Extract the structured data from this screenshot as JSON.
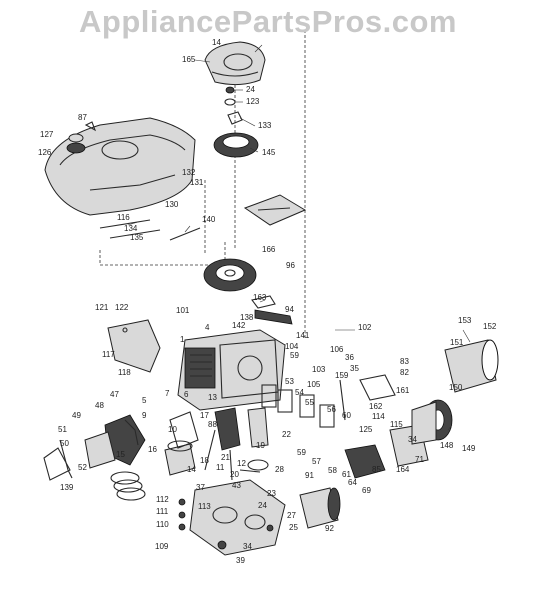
{
  "watermark": "AppliancePartsPros.com",
  "labels": [
    {
      "id": "14a",
      "text": "14"
    },
    {
      "id": "165",
      "text": "165"
    },
    {
      "id": "24",
      "text": "24"
    },
    {
      "id": "123",
      "text": "123"
    },
    {
      "id": "133",
      "text": "133"
    },
    {
      "id": "145",
      "text": "145"
    },
    {
      "id": "87",
      "text": "87"
    },
    {
      "id": "127",
      "text": "127"
    },
    {
      "id": "126",
      "text": "126"
    },
    {
      "id": "132",
      "text": "132"
    },
    {
      "id": "131",
      "text": "131"
    },
    {
      "id": "130",
      "text": "130"
    },
    {
      "id": "116",
      "text": "116"
    },
    {
      "id": "134",
      "text": "134"
    },
    {
      "id": "135",
      "text": "135"
    },
    {
      "id": "140",
      "text": "140"
    },
    {
      "id": "166",
      "text": "166"
    },
    {
      "id": "96",
      "text": "96"
    },
    {
      "id": "163",
      "text": "163"
    },
    {
      "id": "94",
      "text": "94"
    },
    {
      "id": "121",
      "text": "121"
    },
    {
      "id": "122",
      "text": "122"
    },
    {
      "id": "101",
      "text": "101"
    },
    {
      "id": "138",
      "text": "138"
    },
    {
      "id": "4",
      "text": "4"
    },
    {
      "id": "142",
      "text": "142"
    },
    {
      "id": "141",
      "text": "141"
    },
    {
      "id": "102",
      "text": "102"
    },
    {
      "id": "153",
      "text": "153"
    },
    {
      "id": "152",
      "text": "152"
    },
    {
      "id": "117",
      "text": "117"
    },
    {
      "id": "1",
      "text": "1"
    },
    {
      "id": "104",
      "text": "104"
    },
    {
      "id": "59a",
      "text": "59"
    },
    {
      "id": "106",
      "text": "106"
    },
    {
      "id": "36",
      "text": "36"
    },
    {
      "id": "35",
      "text": "35"
    },
    {
      "id": "151",
      "text": "151"
    },
    {
      "id": "118",
      "text": "118"
    },
    {
      "id": "103",
      "text": "103"
    },
    {
      "id": "105",
      "text": "105"
    },
    {
      "id": "159",
      "text": "159"
    },
    {
      "id": "83",
      "text": "83"
    },
    {
      "id": "82",
      "text": "82"
    },
    {
      "id": "150",
      "text": "150"
    },
    {
      "id": "47",
      "text": "47"
    },
    {
      "id": "48",
      "text": "48"
    },
    {
      "id": "5",
      "text": "5"
    },
    {
      "id": "7",
      "text": "7"
    },
    {
      "id": "6",
      "text": "6"
    },
    {
      "id": "13",
      "text": "13"
    },
    {
      "id": "53",
      "text": "53"
    },
    {
      "id": "54",
      "text": "54"
    },
    {
      "id": "55",
      "text": "55"
    },
    {
      "id": "56",
      "text": "56"
    },
    {
      "id": "161",
      "text": "161"
    },
    {
      "id": "162",
      "text": "162"
    },
    {
      "id": "114",
      "text": "114"
    },
    {
      "id": "115",
      "text": "115"
    },
    {
      "id": "125",
      "text": "125"
    },
    {
      "id": "49",
      "text": "49"
    },
    {
      "id": "9",
      "text": "9"
    },
    {
      "id": "17",
      "text": "17"
    },
    {
      "id": "10",
      "text": "10"
    },
    {
      "id": "88",
      "text": "88"
    },
    {
      "id": "51",
      "text": "51"
    },
    {
      "id": "60",
      "text": "60"
    },
    {
      "id": "34",
      "text": "34"
    },
    {
      "id": "148",
      "text": "148"
    },
    {
      "id": "149",
      "text": "149"
    },
    {
      "id": "16",
      "text": "16"
    },
    {
      "id": "22",
      "text": "22"
    },
    {
      "id": "50",
      "text": "50"
    },
    {
      "id": "19",
      "text": "19"
    },
    {
      "id": "18",
      "text": "18"
    },
    {
      "id": "12",
      "text": "12"
    },
    {
      "id": "11",
      "text": "11"
    },
    {
      "id": "59b",
      "text": "59"
    },
    {
      "id": "57",
      "text": "57"
    },
    {
      "id": "58",
      "text": "58"
    },
    {
      "id": "61",
      "text": "61"
    },
    {
      "id": "85",
      "text": "85"
    },
    {
      "id": "164",
      "text": "164"
    },
    {
      "id": "71",
      "text": "71"
    },
    {
      "id": "52",
      "text": "52"
    },
    {
      "id": "15",
      "text": "15"
    },
    {
      "id": "14b",
      "text": "14"
    },
    {
      "id": "21",
      "text": "21"
    },
    {
      "id": "20",
      "text": "20"
    },
    {
      "id": "43",
      "text": "43"
    },
    {
      "id": "28",
      "text": "28"
    },
    {
      "id": "139",
      "text": "139"
    },
    {
      "id": "64",
      "text": "64"
    },
    {
      "id": "69",
      "text": "69"
    },
    {
      "id": "91",
      "text": "91"
    },
    {
      "id": "23",
      "text": "23"
    },
    {
      "id": "37",
      "text": "37"
    },
    {
      "id": "112",
      "text": "112"
    },
    {
      "id": "113",
      "text": "113"
    },
    {
      "id": "24b",
      "text": "24"
    },
    {
      "id": "111",
      "text": "111"
    },
    {
      "id": "27",
      "text": "27"
    },
    {
      "id": "110",
      "text": "110"
    },
    {
      "id": "25",
      "text": "25"
    },
    {
      "id": "92",
      "text": "92"
    },
    {
      "id": "109",
      "text": "109"
    },
    {
      "id": "34b",
      "text": "34"
    },
    {
      "id": "39",
      "text": "39"
    }
  ]
}
